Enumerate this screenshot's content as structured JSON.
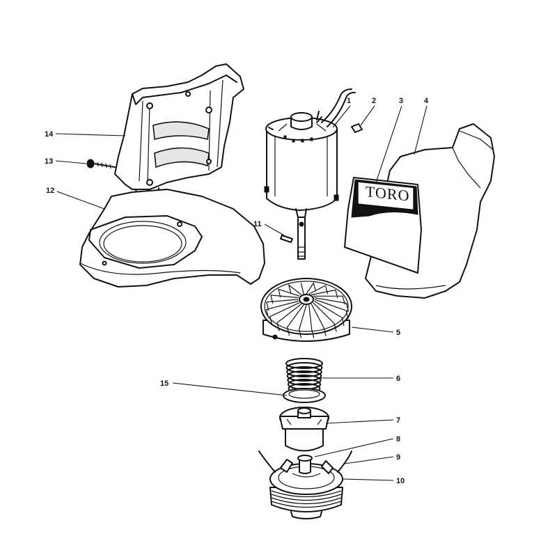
{
  "brand_text": "TORO",
  "callouts": [
    {
      "id": "1",
      "label": "1"
    },
    {
      "id": "2",
      "label": "2"
    },
    {
      "id": "3",
      "label": "3"
    },
    {
      "id": "4",
      "label": "4"
    },
    {
      "id": "5",
      "label": "5"
    },
    {
      "id": "6",
      "label": "6"
    },
    {
      "id": "7",
      "label": "7"
    },
    {
      "id": "8",
      "label": "8"
    },
    {
      "id": "9",
      "label": "9"
    },
    {
      "id": "10",
      "label": "10"
    },
    {
      "id": "11",
      "label": "11"
    },
    {
      "id": "12",
      "label": "12"
    },
    {
      "id": "13",
      "label": "13"
    },
    {
      "id": "14",
      "label": "14"
    },
    {
      "id": "15",
      "label": "15"
    }
  ],
  "colors": {
    "line": "#111111",
    "background": "#ffffff",
    "shade": "#e6e6e6"
  }
}
